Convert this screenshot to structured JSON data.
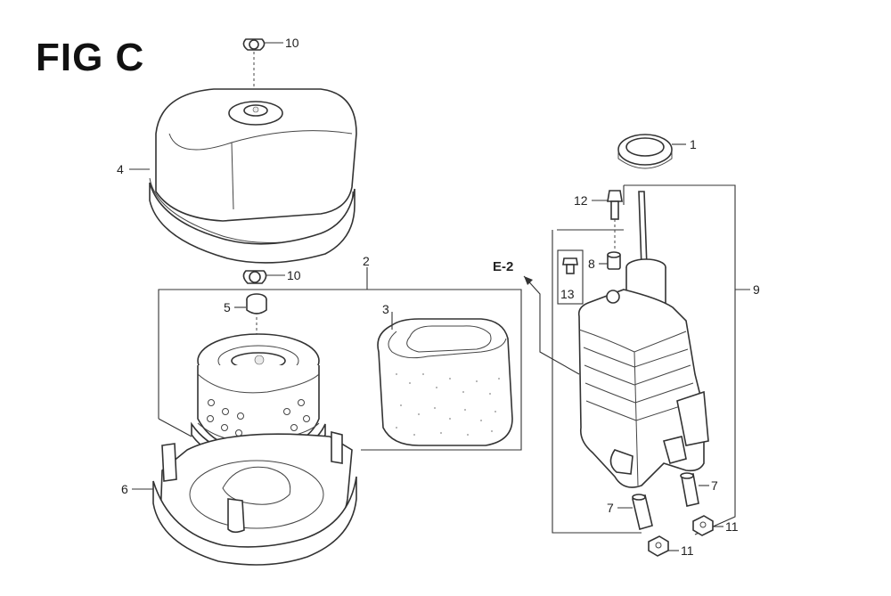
{
  "figure": {
    "title": "FIG C"
  },
  "reference": {
    "label": "E-2"
  },
  "callouts": [
    {
      "id": "c10a",
      "text": "10"
    },
    {
      "id": "c4",
      "text": "4"
    },
    {
      "id": "c10b",
      "text": "10"
    },
    {
      "id": "c2",
      "text": "2"
    },
    {
      "id": "c5",
      "text": "5"
    },
    {
      "id": "c3",
      "text": "3"
    },
    {
      "id": "c6",
      "text": "6"
    },
    {
      "id": "c1",
      "text": "1"
    },
    {
      "id": "c12",
      "text": "12"
    },
    {
      "id": "c8",
      "text": "8"
    },
    {
      "id": "c13",
      "text": "13"
    },
    {
      "id": "c9",
      "text": "9"
    },
    {
      "id": "c7a",
      "text": "7"
    },
    {
      "id": "c7b",
      "text": "7"
    },
    {
      "id": "c11a",
      "text": "11"
    },
    {
      "id": "c11b",
      "text": "11"
    }
  ]
}
